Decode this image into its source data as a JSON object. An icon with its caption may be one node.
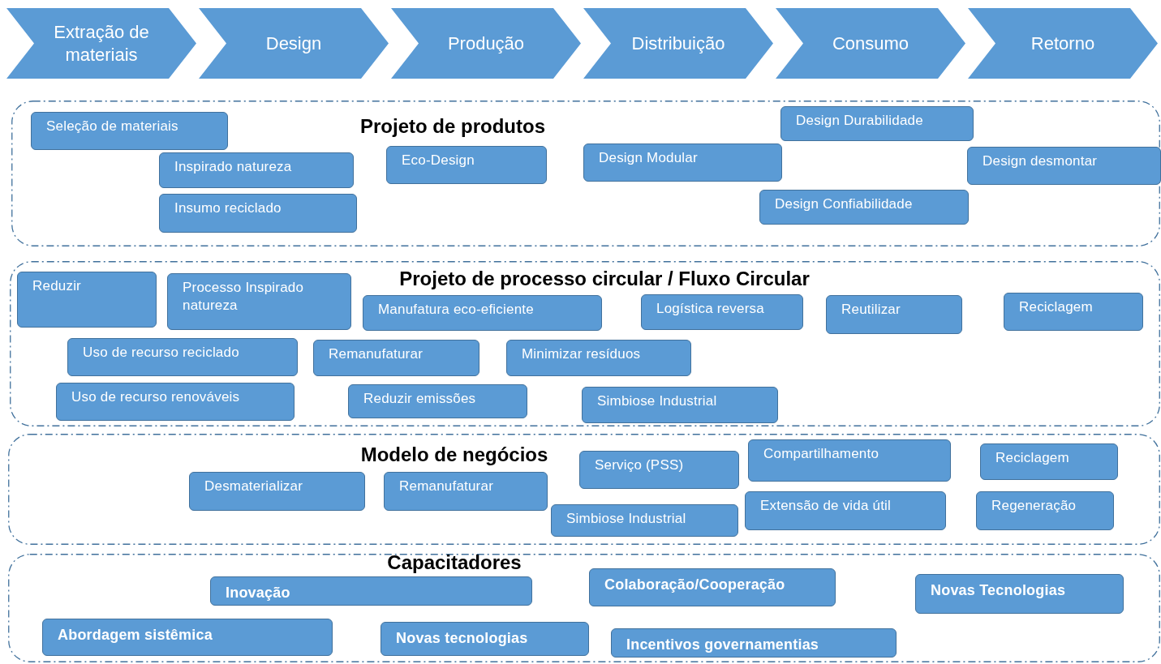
{
  "diagram": {
    "nodes": [
      {
        "text": [
          "Extração de materiais"
        ]
      },
      {
        "text": [
          "Design"
        ]
      },
      {
        "text": [
          "Produção"
        ]
      },
      {
        "text": [
          "Distribuição"
        ]
      },
      {
        "text": [
          "Consumo"
        ]
      },
      {
        "text": [
          "Retorno"
        ]
      },
      {
        "text": [
          "Projeto de produtos"
        ]
      },
      {
        "text": [
          "Seleção de materiais"
        ],
        "in": 6
      },
      {
        "text": [
          "Inspirado natureza"
        ],
        "in": 6
      },
      {
        "text": [
          "Insumo reciclado"
        ],
        "in": 6
      },
      {
        "text": [
          "Eco-Design"
        ],
        "in": 6
      },
      {
        "text": [
          "Design Modular"
        ],
        "in": 6
      },
      {
        "text": [
          "Design Durabilidade"
        ],
        "in": 6
      },
      {
        "text": [
          "Design desmontar"
        ],
        "in": 6
      },
      {
        "text": [
          "Design Confiabilidade"
        ],
        "in": 6
      },
      {
        "text": [
          "Projeto de processo circular / Fluxo Circular"
        ]
      },
      {
        "text": [
          "Reduzir"
        ],
        "in": 15
      },
      {
        "text": [
          "Processo Inspirado natureza"
        ],
        "in": 15
      },
      {
        "text": [
          "Manufatura eco-eficiente"
        ],
        "in": 15
      },
      {
        "text": [
          "Logística reversa"
        ],
        "in": 15
      },
      {
        "text": [
          "Reutilizar"
        ],
        "in": 15
      },
      {
        "text": [
          "Reciclagem"
        ],
        "in": 15
      },
      {
        "text": [
          "Uso de recurso reciclado"
        ],
        "in": 15
      },
      {
        "text": [
          "Remanufaturar"
        ],
        "in": 15
      },
      {
        "text": [
          "Minimizar resíduos"
        ],
        "in": 15
      },
      {
        "text": [
          "Uso de recurso renováveis"
        ],
        "in": 15
      },
      {
        "text": [
          "Reduzir emissões"
        ],
        "in": 15
      },
      {
        "text": [
          "Simbiose Industrial"
        ],
        "in": 15
      },
      {
        "text": [
          "Modelo de negócios"
        ]
      },
      {
        "text": [
          "Serviço (PSS)"
        ],
        "in": 28
      },
      {
        "text": [
          "Compartilhamento"
        ],
        "in": 28
      },
      {
        "text": [
          "Reciclagem"
        ],
        "in": 28
      },
      {
        "text": [
          "Desmaterializar"
        ],
        "in": 28
      },
      {
        "text": [
          "Remanufaturar"
        ],
        "in": 28
      },
      {
        "text": [
          "Extensão de vida útil"
        ],
        "in": 28
      },
      {
        "text": [
          "Regeneração"
        ],
        "in": 28
      },
      {
        "text": [
          "Simbiose Industrial"
        ],
        "in": 28
      },
      {
        "text": [
          "Capacitadores"
        ]
      },
      {
        "text": [
          "Inovação"
        ],
        "in": 37
      },
      {
        "text": [
          "Colaboração/Cooperação"
        ],
        "in": 37
      },
      {
        "text": [
          "Novas Tecnologias"
        ],
        "in": 37
      },
      {
        "text": [
          "Abordagem sistêmica"
        ],
        "in": 37
      },
      {
        "text": [
          "Novas tecnologias"
        ],
        "in": 37
      },
      {
        "text": [
          "Incentivos governamentias"
        ],
        "in": 37
      }
    ]
  }
}
